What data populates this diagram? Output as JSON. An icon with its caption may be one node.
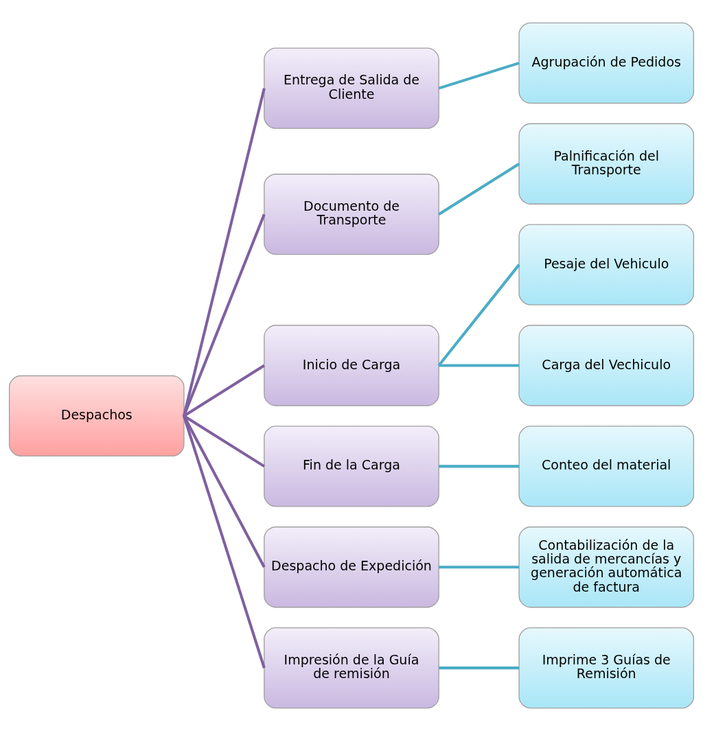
{
  "diagram": {
    "nodes": [
      {
        "text": [
          "Despachos"
        ]
      },
      {
        "text": [
          "Entrega de Salida de Cliente"
        ]
      },
      {
        "text": [
          "Agrupación de Pedidos"
        ]
      },
      {
        "text": [
          "Documento de Transporte"
        ]
      },
      {
        "text": [
          "Palnificación del Transporte"
        ]
      },
      {
        "text": [
          "Inicio de Carga"
        ]
      },
      {
        "text": [
          "Pesaje del Vehiculo"
        ]
      },
      {
        "text": [
          "Carga del Vechiculo"
        ]
      },
      {
        "text": [
          "Fin de la Carga"
        ]
      },
      {
        "text": [
          "Conteo del material"
        ]
      },
      {
        "text": [
          "Despacho de Expedición"
        ]
      },
      {
        "text": [
          "Contabilización de la salida de mercancías y generación automática de factura"
        ]
      },
      {
        "text": [
          "Impresión de la Guía de remisión"
        ]
      },
      {
        "text": [
          "Imprime 3 Guías de Remisión"
        ]
      }
    ],
    "edges": [
      {
        "from": 0,
        "to": 1,
        "arrow": "none",
        "color": "#7f60a0"
      },
      {
        "from": 0,
        "to": 3,
        "arrow": "none",
        "color": "#7f60a0"
      },
      {
        "from": 0,
        "to": 5,
        "arrow": "none",
        "color": "#7f60a0"
      },
      {
        "from": 0,
        "to": 8,
        "arrow": "none",
        "color": "#7f60a0"
      },
      {
        "from": 0,
        "to": 10,
        "arrow": "none",
        "color": "#7f60a0"
      },
      {
        "from": 0,
        "to": 12,
        "arrow": "none",
        "color": "#7f60a0"
      },
      {
        "from": 1,
        "to": 2,
        "arrow": "none"
      },
      {
        "from": 3,
        "to": 4,
        "arrow": "none"
      },
      {
        "from": 5,
        "to": 6,
        "arrow": "none"
      },
      {
        "from": 5,
        "to": 7,
        "arrow": "none"
      },
      {
        "from": 8,
        "to": 9,
        "arrow": "none"
      },
      {
        "from": 10,
        "to": 11,
        "arrow": "none"
      },
      {
        "from": 12,
        "to": 13,
        "arrow": "none"
      }
    ]
  }
}
